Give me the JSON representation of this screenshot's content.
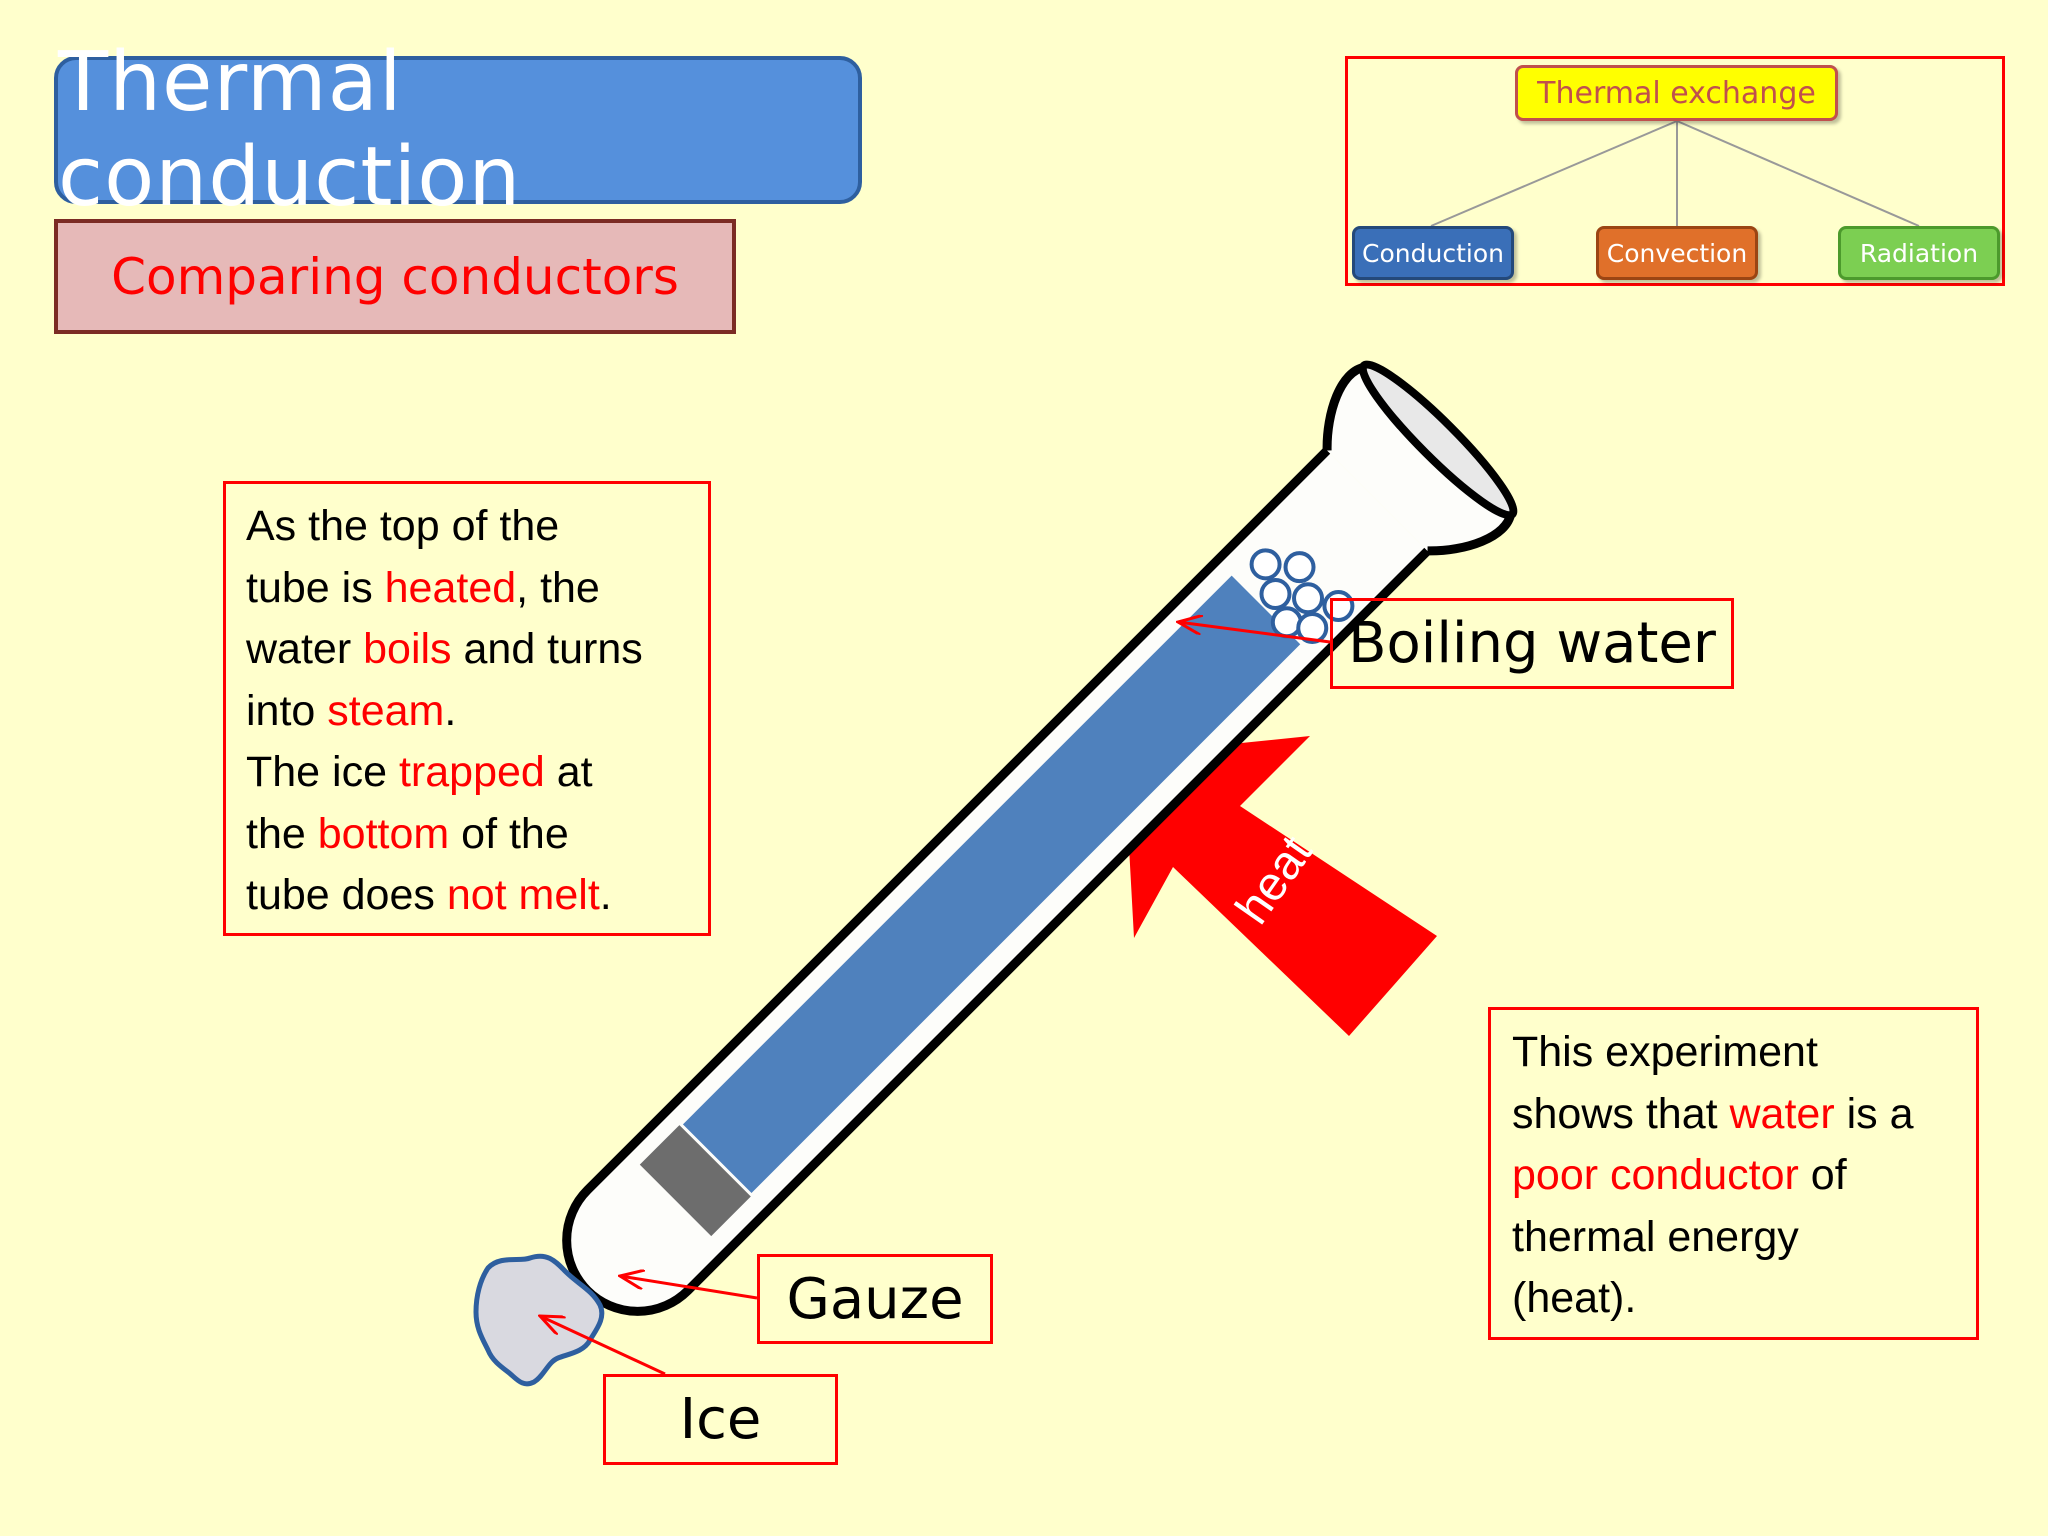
{
  "title": "Thermal conduction",
  "subtitle": "Comparing conductors",
  "thumbnail": {
    "root": "Thermal exchange",
    "children": [
      "Conduction",
      "Convection",
      "Radiation"
    ]
  },
  "explanation": {
    "lines": [
      [
        {
          "t": "As the top of the",
          "red": false
        }
      ],
      [
        {
          "t": "tube is ",
          "red": false
        },
        {
          "t": "heated",
          "red": true
        },
        {
          "t": ", the",
          "red": false
        }
      ],
      [
        {
          "t": "water ",
          "red": false
        },
        {
          "t": "boils",
          "red": true
        },
        {
          "t": " and turns",
          "red": false
        }
      ],
      [
        {
          "t": "into ",
          "red": false
        },
        {
          "t": "steam",
          "red": true
        },
        {
          "t": ".",
          "red": false
        }
      ],
      [
        {
          "t": "The ice ",
          "red": false
        },
        {
          "t": "trapped",
          "red": true
        },
        {
          "t": " at",
          "red": false
        }
      ],
      [
        {
          "t": "the ",
          "red": false
        },
        {
          "t": "bottom",
          "red": true
        },
        {
          "t": " of the",
          "red": false
        }
      ],
      [
        {
          "t": "tube does ",
          "red": false
        },
        {
          "t": "not melt",
          "red": true
        },
        {
          "t": ".",
          "red": false
        }
      ]
    ]
  },
  "conclusion": {
    "lines": [
      [
        {
          "t": "This experiment",
          "red": false
        }
      ],
      [
        {
          "t": "shows that ",
          "red": false
        },
        {
          "t": "water",
          "red": true
        },
        {
          "t": " is a",
          "red": false
        }
      ],
      [
        {
          "t": "poor conductor",
          "red": true
        },
        {
          "t": " of",
          "red": false
        }
      ],
      [
        {
          "t": "thermal energy",
          "red": false
        }
      ],
      [
        {
          "t": "(heat).",
          "red": false
        }
      ]
    ]
  },
  "labels": {
    "boiling_water": "Boiling water",
    "gauze": "Gauze",
    "ice": "Ice",
    "heat": "heat"
  },
  "colors": {
    "background": "#ffffcc",
    "water": "#4f81bd",
    "gauze": "#6d6d6d",
    "ice": "#d9d9e0",
    "arrow": "#ff0000",
    "emphasis": "#ff0000"
  }
}
